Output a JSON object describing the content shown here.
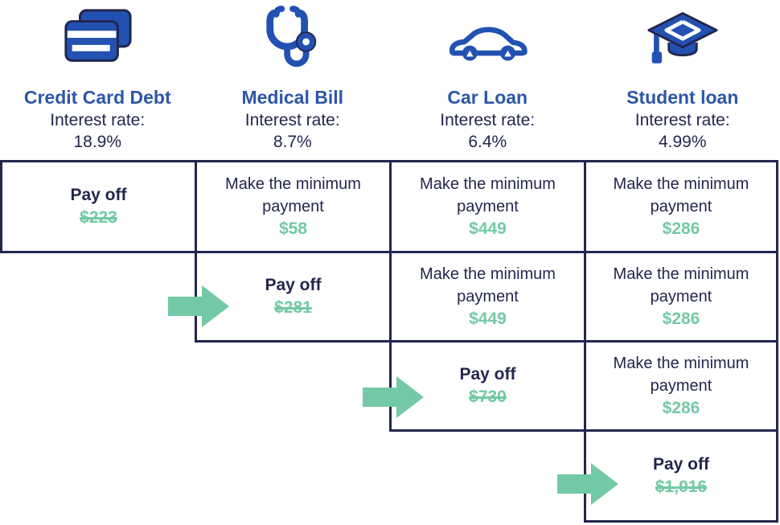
{
  "header": {
    "columns": [
      {
        "icon": "credit-card-icon",
        "title": "Credit Card Debt",
        "interest_label": "Interest rate:",
        "rate": "18.9%"
      },
      {
        "icon": "stethoscope-icon",
        "title": "Medical Bill",
        "interest_label": "Interest rate:",
        "rate": "8.7%"
      },
      {
        "icon": "car-icon",
        "title": "Car Loan",
        "interest_label": "Interest rate:",
        "rate": "6.4%"
      },
      {
        "icon": "graduation-cap-icon",
        "title": "Student loan",
        "interest_label": "Interest rate:",
        "rate": "4.99%"
      }
    ]
  },
  "cells": {
    "r1c1": {
      "type": "payoff",
      "label": "Pay off",
      "amount": "$223"
    },
    "r1c2": {
      "type": "minimum",
      "text": "Make the minimum payment",
      "amount": "$58"
    },
    "r1c3": {
      "type": "minimum",
      "text": "Make the minimum payment",
      "amount": "$449"
    },
    "r1c4": {
      "type": "minimum",
      "text": "Make the minimum payment",
      "amount": "$286"
    },
    "r2c2": {
      "type": "payoff",
      "label": "Pay off",
      "amount": "$281"
    },
    "r2c3": {
      "type": "minimum",
      "text": "Make the minimum payment",
      "amount": "$449"
    },
    "r2c4": {
      "type": "minimum",
      "text": "Make the minimum payment",
      "amount": "$286"
    },
    "r3c3": {
      "type": "payoff",
      "label": "Pay off",
      "amount": "$730"
    },
    "r3c4": {
      "type": "minimum",
      "text": "Make the minimum payment",
      "amount": "$286"
    },
    "r4c4": {
      "type": "payoff",
      "label": "Pay off",
      "amount": "$1,016"
    }
  },
  "colors": {
    "navy": "#23264e",
    "blue": "#2d56a7",
    "icon-blue": "#2251b2",
    "green": "#73c9a6"
  }
}
